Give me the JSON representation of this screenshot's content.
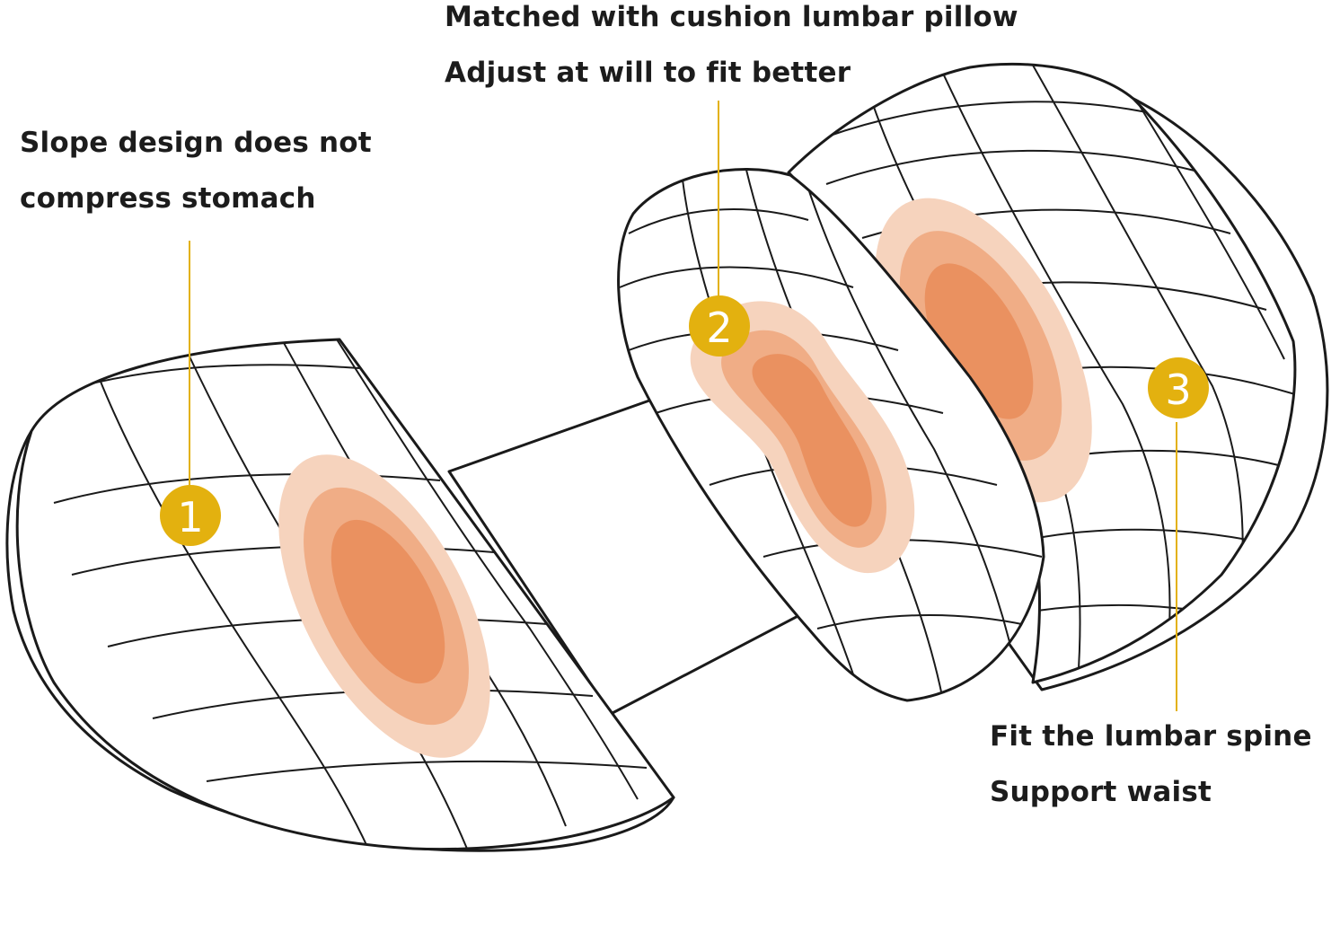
{
  "callouts": [
    {
      "number": "1",
      "lines": [
        "Slope design does not",
        "compress stomach"
      ]
    },
    {
      "number": "2",
      "lines": [
        "Matched with cushion lumbar pillow",
        "Adjust at will to fit better"
      ]
    },
    {
      "number": "3",
      "lines": [
        "Fit the lumbar spine",
        "Support waist"
      ]
    }
  ],
  "colors": {
    "outline": "#1a1a1a",
    "pillow_fill": "#ffffff",
    "badge": "#e3b10f",
    "leader_line": "#e3b10f",
    "pressure_outer": "#f6d3bd",
    "pressure_mid": "#f0ad86",
    "pressure_inner": "#ea9160"
  },
  "icons": {
    "badge": "numbered-circle-badge",
    "pressure_zone": "orange-pressure-heat-map"
  }
}
